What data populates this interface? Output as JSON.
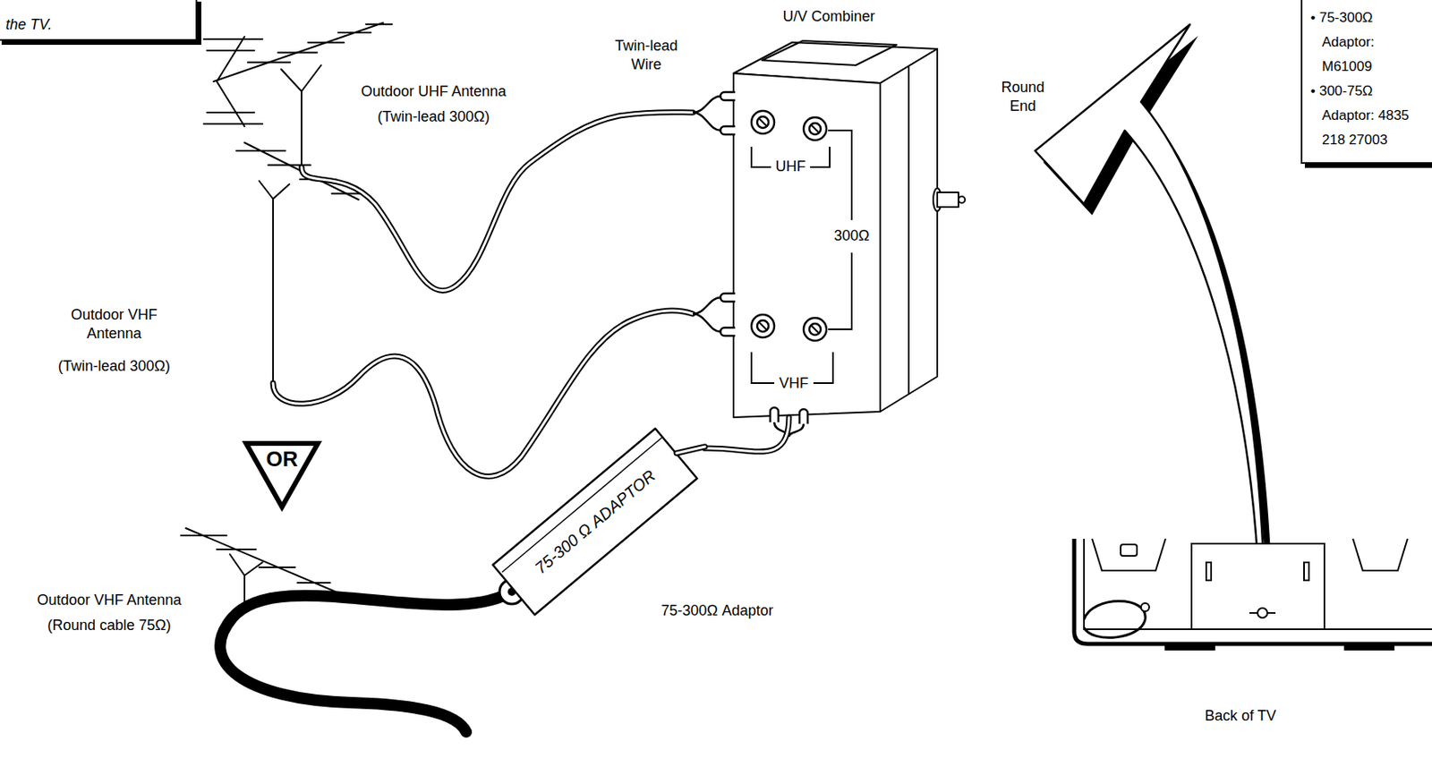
{
  "diagram": {
    "nodes": [
      {
        "text": [
          "the TV."
        ]
      },
      {
        "text": [
          "• 75-300Ω Adaptor: M61009",
          "• 300-75Ω Adaptor: 4835 218 27003"
        ]
      },
      {
        "text": [
          "UHF",
          "300Ω",
          "VHF"
        ]
      },
      {
        "text": [
          "OR"
        ]
      },
      {
        "text": [
          "75-300 Ω ADAPTOR"
        ]
      }
    ],
    "edges": [
      {
        "from": 4,
        "to": 2,
        "arrow": "none"
      }
    ],
    "labels": [
      "Outdoor UHF Antenna",
      "(Twin-lead 300Ω)",
      "Twin-lead Wire",
      "U/V Combiner",
      "Round End",
      "Outdoor VHF Antenna",
      "(Twin-lead 300Ω)",
      "Outdoor VHF Antenna",
      "(Round cable 75Ω)",
      "75-300Ω Adaptor",
      "Back of TV"
    ]
  }
}
